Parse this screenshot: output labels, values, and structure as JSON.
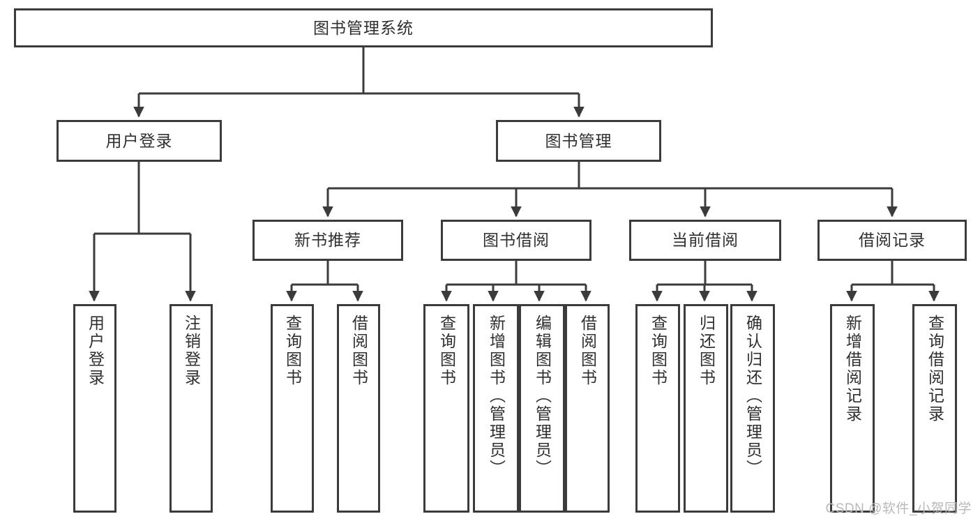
{
  "diagram": {
    "title": "图书管理系统",
    "type": "tree-hierarchy-diagram",
    "watermark": "CSDN @软件_小贺同学",
    "colors": {
      "stroke": "#3b3b3b",
      "box_fill": "#ffffff",
      "text": "#2f2f2f",
      "watermark": "#b9b9b9",
      "background": "#ffffff"
    },
    "root": {
      "label": "图书管理系统"
    },
    "level2": [
      {
        "label": "用户登录"
      },
      {
        "label": "图书管理"
      }
    ],
    "level3": [
      {
        "label": "新书推荐"
      },
      {
        "label": "图书借阅"
      },
      {
        "label": "当前借阅"
      },
      {
        "label": "借阅记录"
      }
    ],
    "leaves": {
      "user_login": [
        {
          "label": "用户登录"
        },
        {
          "label": "注销登录"
        }
      ],
      "new_book_recommend": [
        {
          "label": "查询图书"
        },
        {
          "label": "借阅图书"
        }
      ],
      "book_borrow": [
        {
          "label": "查询图书"
        },
        {
          "label": "新增图书（管理员）"
        },
        {
          "label": "编辑图书（管理员）"
        },
        {
          "label": "借阅图书"
        }
      ],
      "current_borrow": [
        {
          "label": "查询图书"
        },
        {
          "label": "归还图书"
        },
        {
          "label": "确认归还（管理员）"
        }
      ],
      "borrow_record": [
        {
          "label": "新增借阅记录"
        },
        {
          "label": "查询借阅记录"
        }
      ]
    }
  }
}
